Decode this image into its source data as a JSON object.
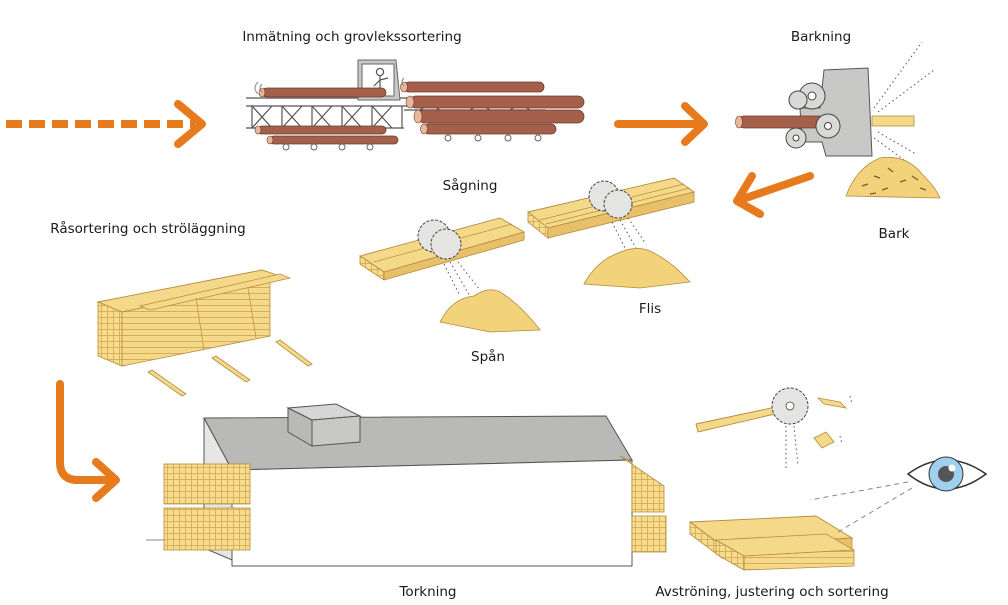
{
  "labels": {
    "feeding": "Inmätning och grovlekssortering",
    "debarking": "Barkning",
    "bark": "Bark",
    "sawing": "Sågning",
    "chips": "Flis",
    "sawdust": "Spån",
    "green_sorting": "Råsortering och ströläggning",
    "drying": "Torkning",
    "final_sorting": "Avströning, justering och sortering"
  },
  "colors": {
    "arrow": "#e87a1e",
    "log_bark": "#a4604b",
    "wood": "#f5d98a",
    "wood_dark": "#e3b85a",
    "machine": "#c8c8c6",
    "sawdust": "#f2d27a",
    "iris": "#9fd0ee"
  },
  "icons": {
    "operator": "person-icon",
    "quality_eye": "eye-icon",
    "saw": "circular-saw-icon"
  }
}
